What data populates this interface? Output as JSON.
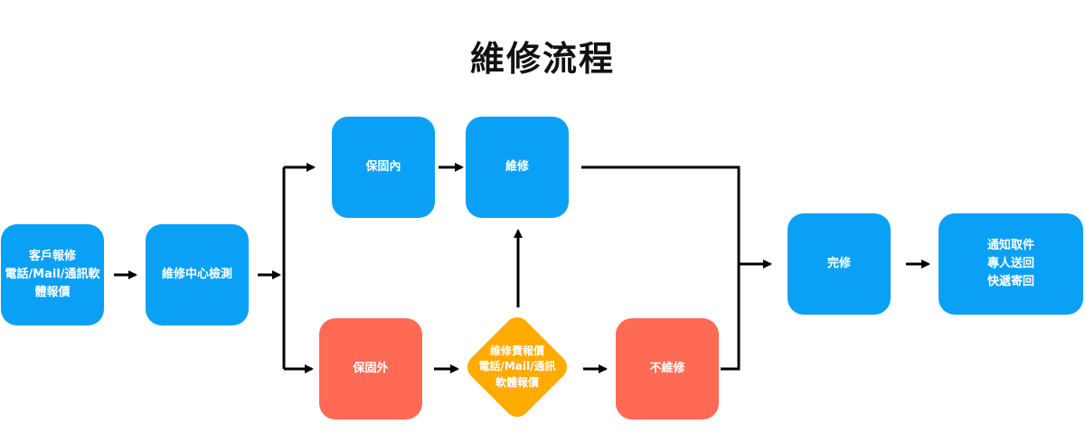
{
  "title": "維修流程",
  "colors": {
    "blue": "#0aa0f5",
    "red": "#ff6a55",
    "orange": "#ffab00",
    "line": "#000000"
  },
  "nodes": {
    "customer_report": "客戶報修\n電話/Mail/通訊軟\n體報價",
    "inspection": "維修中心檢測",
    "in_warranty": "保固內",
    "repair": "維修",
    "out_of_warranty": "保固外",
    "quote": "維修費報價\n電話/Mail/通訊\n軟體報價",
    "no_repair": "不維修",
    "completed": "完修",
    "return": "通知取件\n專人送回\n快遞寄回"
  }
}
